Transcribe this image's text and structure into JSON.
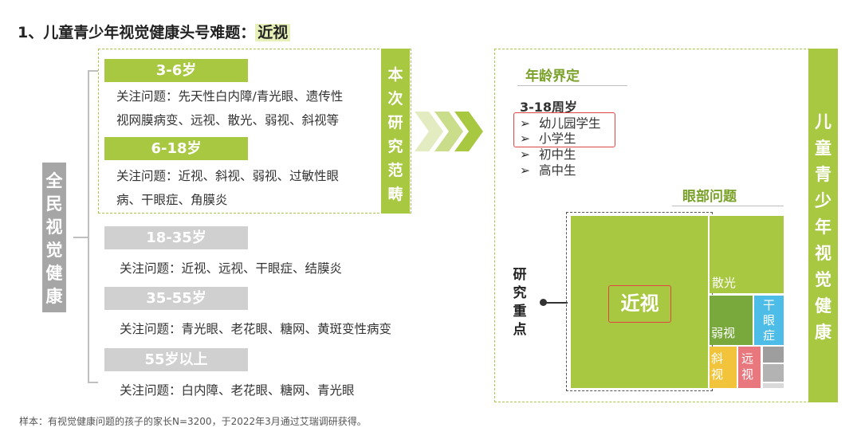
{
  "title": {
    "prefix": "1、儿童青少年视觉健康头号难题：",
    "highlight": "近视"
  },
  "left_label": [
    "全",
    "民",
    "视",
    "觉",
    "健",
    "康"
  ],
  "scope_label": [
    "本",
    "次",
    "研",
    "究",
    "范",
    "畴"
  ],
  "age_groups": [
    {
      "age": "3-6岁",
      "line1": "关注问题：先天性白内障/青光眼、遗传性",
      "line2": "视网膜病变、远视、散光、弱视、斜视等",
      "in_scope": true
    },
    {
      "age": "6-18岁",
      "line1": "关注问题：近视、斜视、弱视、过敏性眼",
      "line2": "病、干眼症、角膜炎",
      "in_scope": true
    },
    {
      "age": "18-35岁",
      "line1": "关注问题：近视、远视、干眼症、结膜炎",
      "line2": "",
      "in_scope": false
    },
    {
      "age": "35-55岁",
      "line1": "关注问题：青光眼、老花眼、糖网、黄斑变性病变",
      "line2": "",
      "in_scope": false
    },
    {
      "age": "55岁以上",
      "line1": "关注问题：白内障、老花眼、糖网、青光眼",
      "line2": "",
      "in_scope": false
    }
  ],
  "age_section": {
    "title": "年龄界定",
    "range": "3-18周岁",
    "arrow": "➢",
    "stages": [
      "幼儿园学生",
      "小学生",
      "初中生",
      "高中生"
    ]
  },
  "eye_section": {
    "title": "眼部问题",
    "research_focus": [
      "研",
      "究",
      "重",
      "点"
    ],
    "myopia": "近视",
    "astigmatism": "散光",
    "amblyopia": "弱视",
    "dry_eye": [
      "干",
      "眼",
      "症"
    ],
    "strabismus": [
      "斜",
      "视"
    ],
    "hyperopia": [
      "远",
      "视"
    ]
  },
  "right_label": [
    "儿",
    "童",
    "青",
    "少",
    "年",
    "视",
    "觉",
    "健",
    "康"
  ],
  "footnote": "样本：有视觉健康问题的孩子的家长N=3200，于2022年3月通过艾瑞调研获得。",
  "colors": {
    "green": "#a9c841",
    "dark_green": "#7aa22a",
    "gray": "#d0d0d0",
    "red": "#e04545",
    "blue": "#4dbde8",
    "yellow": "#f2c43c",
    "pink": "#e8777e"
  }
}
